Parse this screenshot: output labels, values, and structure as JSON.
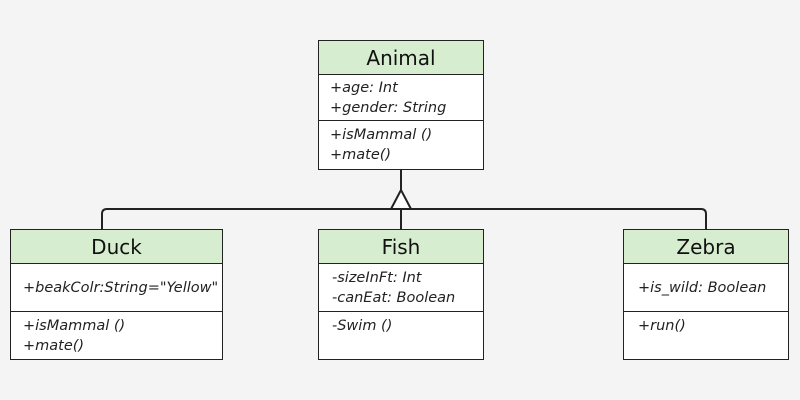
{
  "diagram": {
    "classes": {
      "animal": {
        "name": "Animal",
        "attributes": [
          "+age: Int",
          "+gender: String"
        ],
        "operations": [
          "+isMammal ()",
          "+mate()"
        ]
      },
      "duck": {
        "name": "Duck",
        "attributes": [
          "+beakColr:String=\"Yellow\""
        ],
        "operations": [
          "+isMammal ()",
          "+mate()"
        ]
      },
      "fish": {
        "name": "Fish",
        "attributes": [
          "-sizeInFt: Int",
          "-canEat: Boolean"
        ],
        "operations": [
          "-Swim ()"
        ]
      },
      "zebra": {
        "name": "Zebra",
        "attributes": [
          "+is_wild: Boolean"
        ],
        "operations": [
          "+run()"
        ]
      }
    },
    "relationships": [
      {
        "type": "generalization",
        "from": "Duck",
        "to": "Animal"
      },
      {
        "type": "generalization",
        "from": "Fish",
        "to": "Animal"
      },
      {
        "type": "generalization",
        "from": "Zebra",
        "to": "Animal"
      }
    ],
    "colors": {
      "header_fill": "#d7edcf",
      "box_fill": "#ffffff",
      "line": "#222222",
      "background": "#f4f4f4"
    }
  }
}
